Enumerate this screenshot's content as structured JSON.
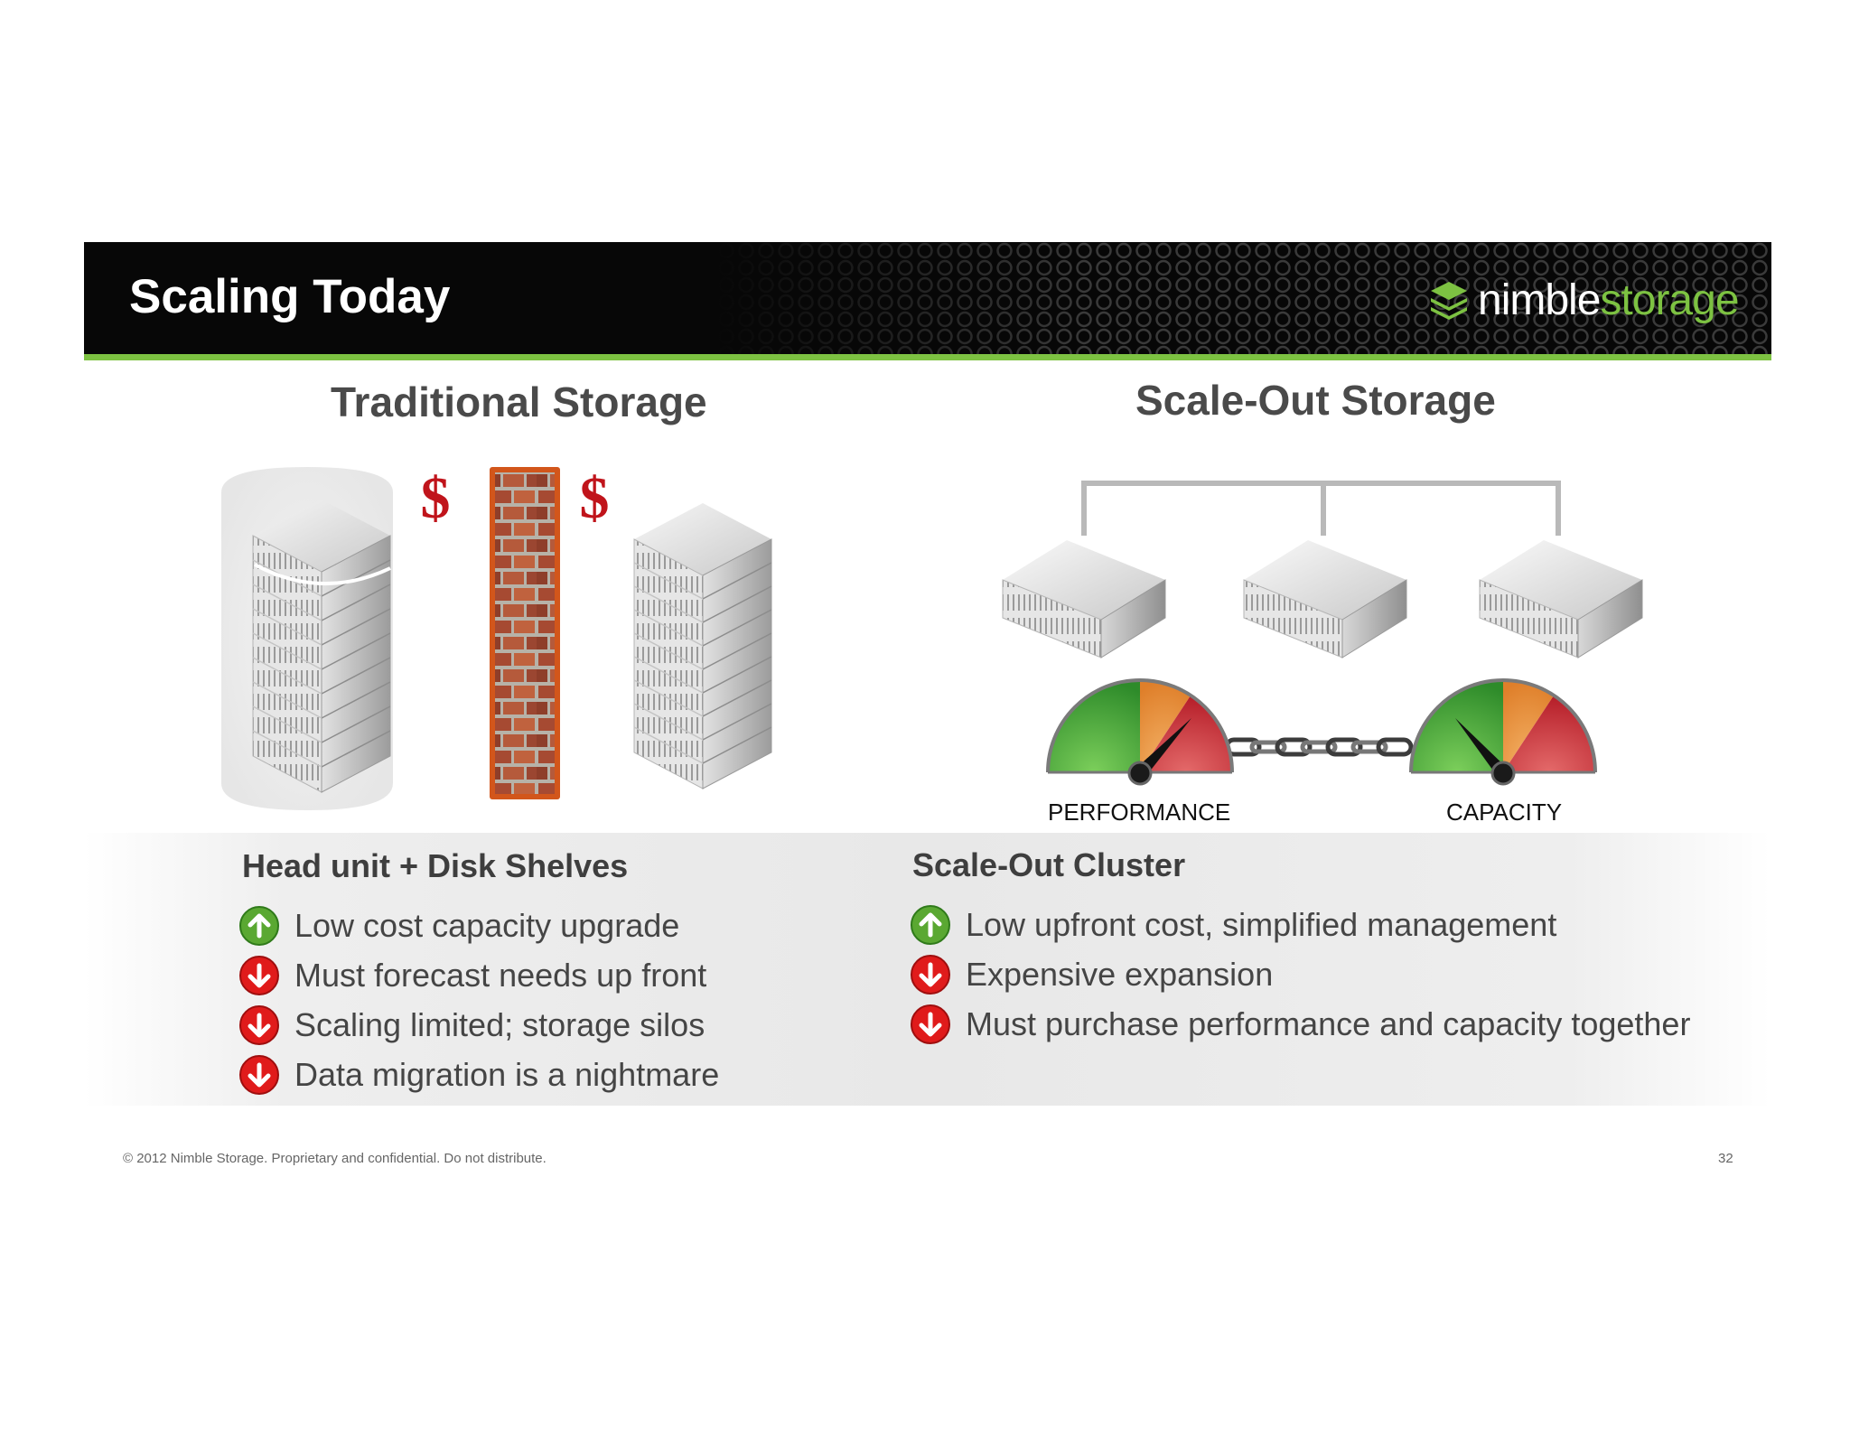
{
  "header": {
    "title": "Scaling Today",
    "logo": {
      "word1": "nimble",
      "word2": "storage"
    }
  },
  "left": {
    "title": "Traditional Storage",
    "currency_symbol": "$",
    "subtitle": "Head unit + Disk Shelves",
    "items": [
      {
        "icon": "arrow-up-icon",
        "text": "Low cost capacity upgrade"
      },
      {
        "icon": "arrow-down-icon",
        "text": "Must forecast needs up front"
      },
      {
        "icon": "arrow-down-icon",
        "text": "Scaling limited; storage silos"
      },
      {
        "icon": "arrow-down-icon",
        "text": "Data migration is a nightmare"
      }
    ]
  },
  "right": {
    "title": "Scale-Out Storage",
    "gauges": [
      {
        "label": "PERFORMANCE"
      },
      {
        "label": "CAPACITY"
      }
    ],
    "subtitle": "Scale-Out Cluster",
    "items": [
      {
        "icon": "arrow-up-icon",
        "text": "Low upfront cost, simplified management"
      },
      {
        "icon": "arrow-down-icon",
        "text": "Expensive expansion"
      },
      {
        "icon": "arrow-down-icon",
        "text": "Must purchase performance and capacity together"
      }
    ]
  },
  "footer": {
    "copyright": "© 2012 Nimble Storage. Proprietary and confidential. Do not distribute.",
    "page_number": "32"
  },
  "colors": {
    "accent_green": "#7dc242",
    "header_bg": "#070707",
    "up_icon": "#5aa832",
    "down_icon": "#e01b1b",
    "currency": "#c0141b",
    "brick_frame": "#d2561b"
  }
}
